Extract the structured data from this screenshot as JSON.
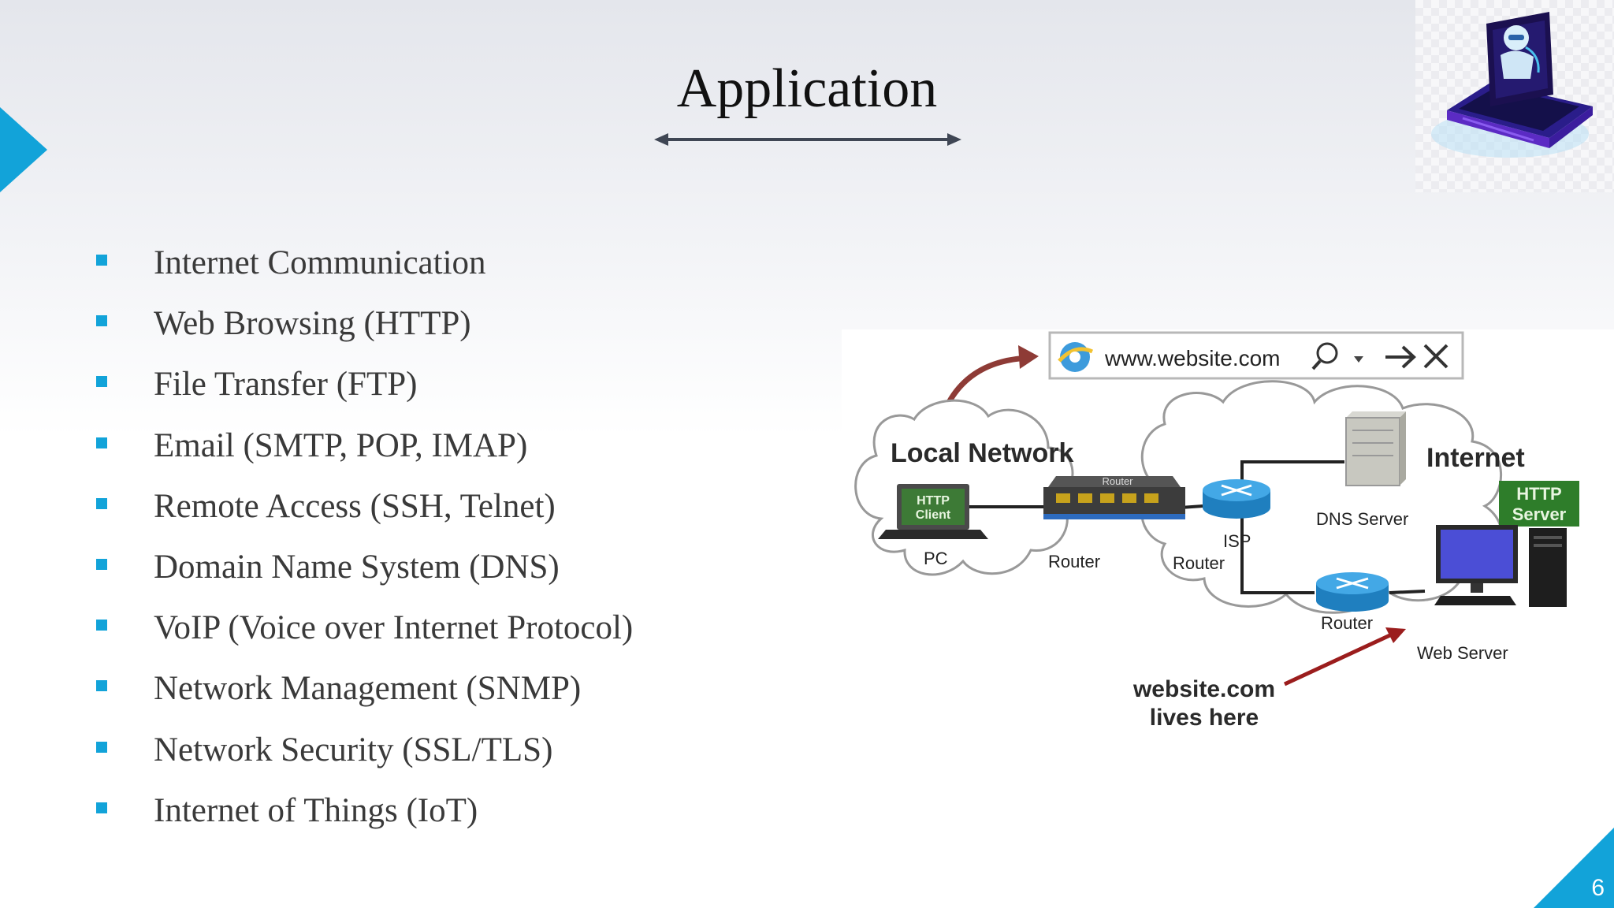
{
  "slide": {
    "title": "Application",
    "page_number": "6",
    "accent_color": "#12a3d9"
  },
  "bullets": [
    "Internet Communication",
    "Web Browsing (HTTP)",
    "File Transfer (FTP)",
    "Email (SMTP, POP, IMAP)",
    "Remote Access (SSH, Telnet)",
    "Domain Name System (DNS)",
    "VoIP (Voice over Internet Protocol)",
    "Network Management (SNMP)",
    "Network Security (SSL/TLS)",
    "Internet of Things (IoT)"
  ],
  "diagram": {
    "url": "www.website.com",
    "local_network": "Local Network",
    "internet": "Internet",
    "http_client_line1": "HTTP",
    "http_client_line2": "Client",
    "pc": "PC",
    "router_box": "Router",
    "router": "Router",
    "isp_line1": "ISP",
    "isp_line2": "Router",
    "dns_server": "DNS Server",
    "http_server_line1": "HTTP",
    "http_server_line2": "Server",
    "router2": "Router",
    "web_server": "Web Server",
    "callout_line1": "website.com",
    "callout_line2": "lives here"
  }
}
